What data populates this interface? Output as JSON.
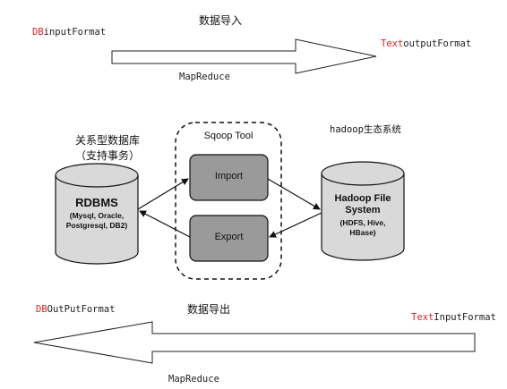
{
  "top": {
    "heading": "数据导入",
    "left_prefix": "DB",
    "left_suffix": "inputFormat",
    "right_prefix": "Text",
    "right_suffix": "outputFormat",
    "arrow_label": "MapReduce"
  },
  "middle": {
    "rdbms_caption_line1": "关系型数据库",
    "rdbms_caption_line2": "（支持事务）",
    "rdbms_title": "RDBMS",
    "rdbms_sub_line1": "(Mysql, Oracle,",
    "rdbms_sub_line2": "Postgresql, DB2)",
    "sqoop_label": "Sqoop Tool",
    "import_label": "Import",
    "export_label": "Export",
    "hadoop_caption": "hadoop生态系统",
    "hadoop_title_line1": "Hadoop File",
    "hadoop_title_line2": "System",
    "hadoop_sub_line1": "(HDFS, Hive,",
    "hadoop_sub_line2": "HBase)"
  },
  "bottom": {
    "heading": "数据导出",
    "left_prefix": "DB",
    "left_suffix": "OutPutFormat",
    "right_prefix": "Text",
    "right_suffix": "InputFormat",
    "arrow_label": "MapReduce"
  },
  "colors": {
    "accent_red": "#e02020",
    "cylinder_fill": "#d9d9d9",
    "box_fill": "#9a9a9a"
  }
}
